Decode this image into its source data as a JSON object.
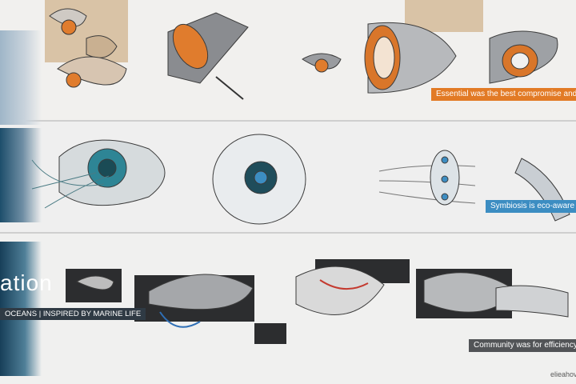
{
  "captions": {
    "essential": "Essential was the best compromise and t",
    "symbiosis": "Symbiosis is eco-aware a",
    "community": "Community was for efficiency a"
  },
  "hero": {
    "title": "ation",
    "subtitle": "OCEANS | INSPIRED BY MARINE LIFE"
  },
  "credit": "elieahov",
  "colors": {
    "accent_orange": "#e27a25",
    "accent_blue": "#3c8dc2",
    "accent_gray": "#525457",
    "sketch_teal": "#2e8595",
    "sketch_orange": "#d9762a"
  }
}
